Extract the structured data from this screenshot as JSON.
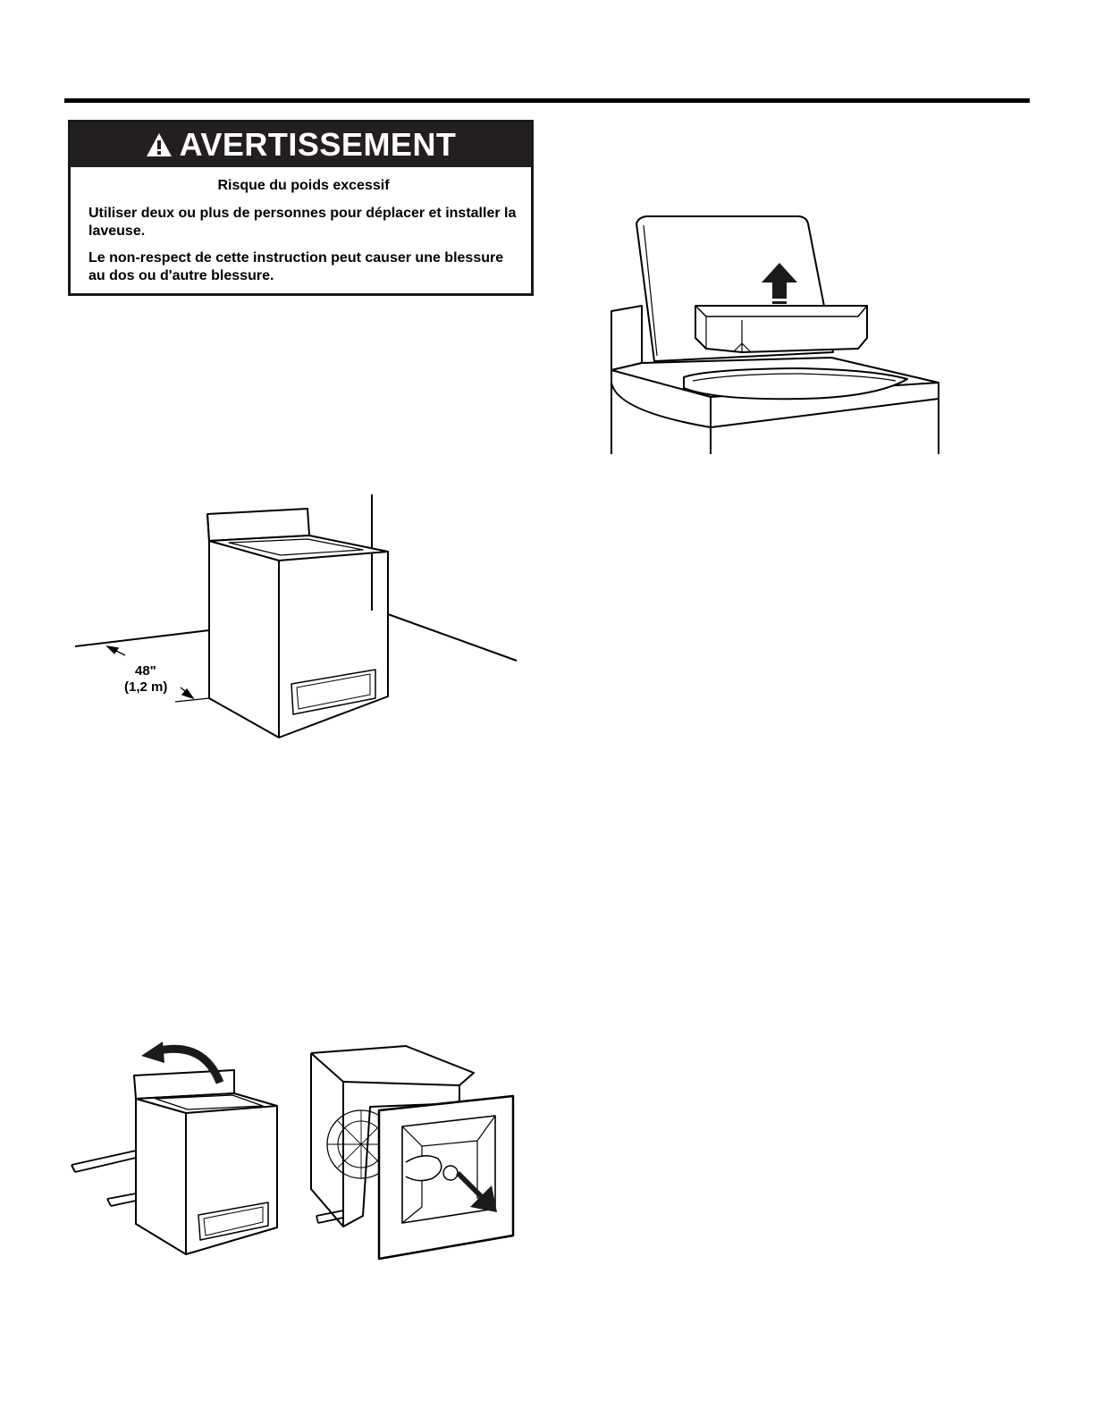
{
  "warning": {
    "icon": "warning-triangle-icon",
    "title": "AVERTISSEMENT",
    "subtitle": "Risque du poids excessif",
    "paragraph1": "Utiliser deux ou plus de personnes pour déplacer et installer la laveuse.",
    "paragraph2": "Le non-respect de cette instruction peut causer une blessure au dos ou d'autre blessure."
  },
  "figure_clearance": {
    "dimension_in": "48\"",
    "dimension_m": "(1,2 m)"
  },
  "icons": {
    "lift_arrow": "up-arrow-icon",
    "rotate_arrow": "curved-arrow-icon",
    "pull_arrow": "down-right-arrow-icon"
  }
}
